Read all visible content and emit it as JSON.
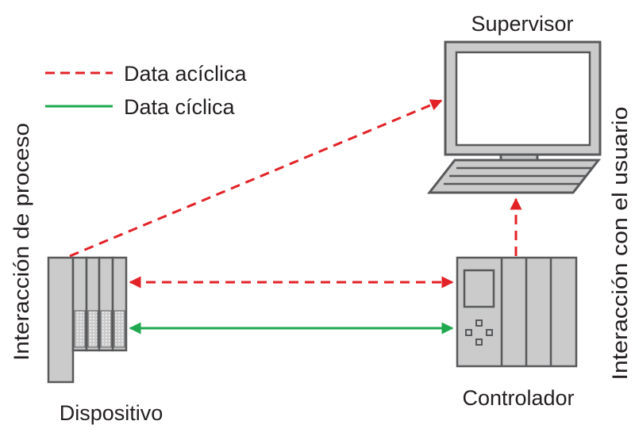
{
  "legend": {
    "acyclic": "Data acíclica",
    "cyclic": "Data cíclica"
  },
  "labels": {
    "supervisor": "Supervisor",
    "device": "Dispositivo",
    "controller": "Controlador",
    "process_interaction": "Interacción de proceso",
    "user_interaction": "Interacción con el usuario"
  },
  "colors": {
    "acyclic": "#e32227",
    "cyclic": "#1fa84f",
    "equipment_fill": "#cbcbcb",
    "equipment_stroke": "#58595b"
  }
}
